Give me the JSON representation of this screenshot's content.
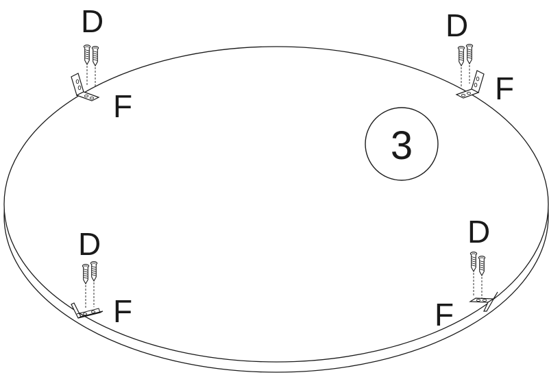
{
  "diagram": {
    "step_number": "3",
    "screw_label": "D",
    "bracket_label": "F",
    "corners": [
      {
        "id": "top-left",
        "screw_label": "D",
        "bracket_label": "F"
      },
      {
        "id": "top-right",
        "screw_label": "D",
        "bracket_label": "F"
      },
      {
        "id": "bottom-left",
        "screw_label": "D",
        "bracket_label": "F"
      },
      {
        "id": "bottom-right",
        "screw_label": "D",
        "bracket_label": "F"
      }
    ],
    "colors": {
      "line": "#1a1a1a",
      "background": "#ffffff"
    }
  }
}
